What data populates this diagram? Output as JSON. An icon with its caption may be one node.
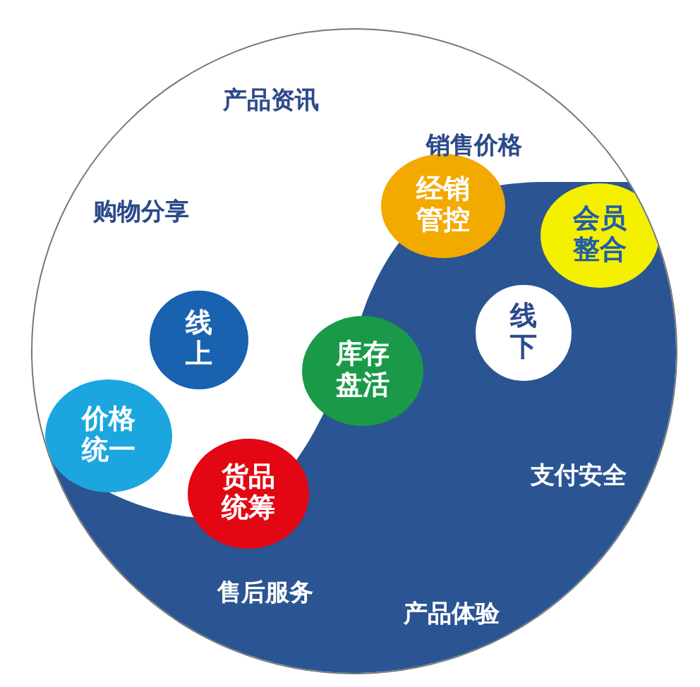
{
  "diagram": {
    "nodes": [
      {
        "text": [],
        "shape": "circle"
      },
      {
        "text": [
          "经销管控"
        ],
        "in": 0
      },
      {
        "text": [
          "会员整合"
        ],
        "in": 0
      },
      {
        "text": [
          "线上"
        ],
        "in": 0
      },
      {
        "text": [
          "库存盘活"
        ],
        "in": 0
      },
      {
        "text": [
          "线下"
        ],
        "in": 0
      },
      {
        "text": [
          "价格统一"
        ],
        "in": 0
      },
      {
        "text": [
          "货品统筹"
        ],
        "in": 0
      }
    ],
    "labels": [
      "产品资讯",
      "销售价格",
      "购物分享",
      "支付安全",
      "售后服务",
      "产品体验"
    ]
  }
}
